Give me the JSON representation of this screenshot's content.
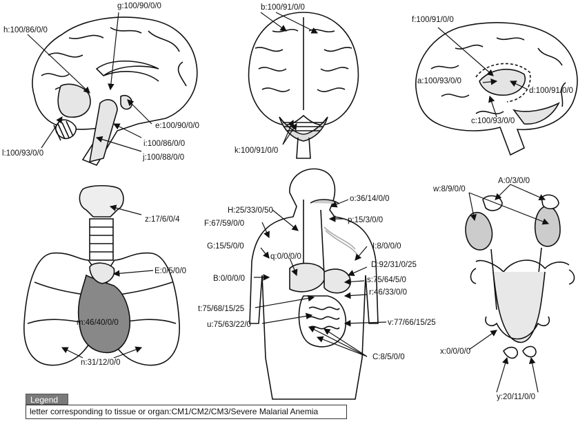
{
  "labels": {
    "h": "h:100/86/0/0",
    "g": "g:100/90/0/0",
    "e": "e:100/90/0/0",
    "i": "i:100/86/0/0",
    "l": "l:100/93/0/0",
    "j": "j:100/88/0/0",
    "b": "b:100/91/0/0",
    "k": "k:100/91/0/0",
    "f": "f:100/91/0/0",
    "a": "a:100/93/0/0",
    "d": "d:100/91/0/0",
    "c": "c:100/93/0/0",
    "z": "z:17/6/0/4",
    "E": "E:0/5/0/0",
    "m": "m:46/40/0/0",
    "n": "n:31/12/0/0",
    "H": "H:25/33/0/50",
    "F": "F:67/59/0/0",
    "G": "G:15/5/0/0",
    "B": "B:0/0/0/0",
    "q": "q:0/0/0/0",
    "o": "o:36/14/0/0",
    "p": "p:15/3/0/0",
    "I": "I:8/0/0/0",
    "D": "D:92/31/0/25",
    "s": "s:75/64/5/0",
    "r": "r:46/33/0/0",
    "t": "t:75/68/15/25",
    "u": "u:75/63/22/0",
    "v": "v:77/66/15/25",
    "C": "C:8/5/0/0",
    "w": "w:8/9/0/0",
    "A": "A:0/3/0/0",
    "x": "x:0/0/0/0",
    "y": "y:20/11/0/0"
  },
  "legend": {
    "title": "Legend",
    "text": "letter corresponding to tissue or organ:CM1/CM2/CM3/Severe Malarial Anemia"
  }
}
